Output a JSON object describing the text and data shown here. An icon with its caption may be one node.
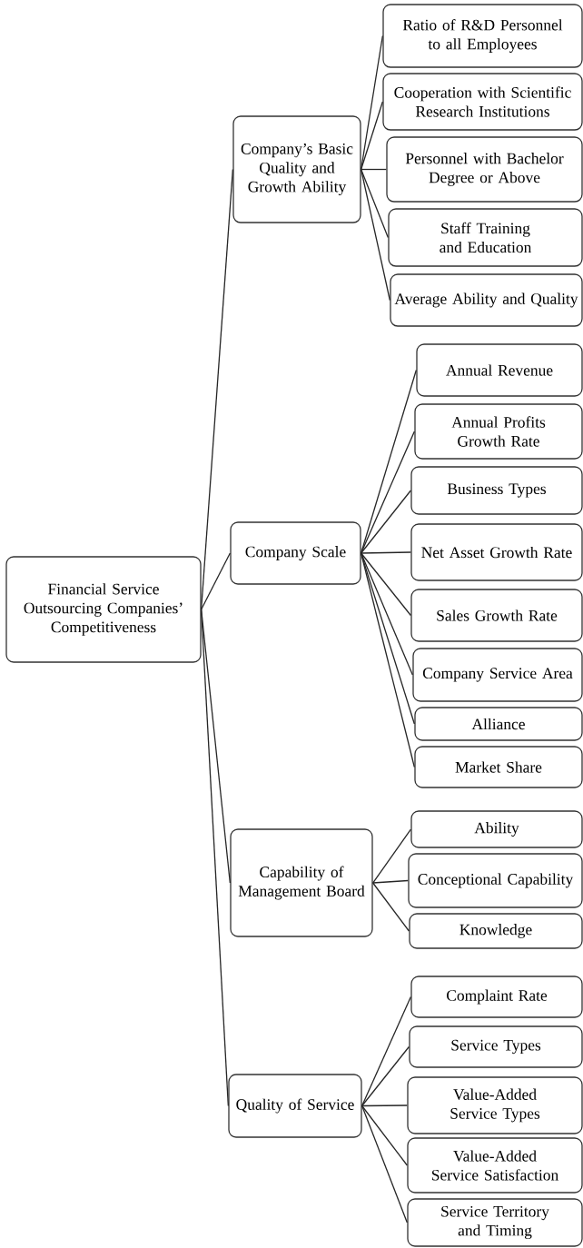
{
  "diagram": {
    "nodes": [
      {
        "text": [
          "Financial Service Outsourcing Companies’ Competitiveness"
        ]
      },
      {
        "text": [
          "Company’s Basic Quality and Growth Ability"
        ]
      },
      {
        "text": [
          "Ratio of R&D Personnel to all Employees"
        ]
      },
      {
        "text": [
          "Cooperation with Scientific Research Institutions"
        ]
      },
      {
        "text": [
          "Personnel with Bachelor Degree or Above"
        ]
      },
      {
        "text": [
          "Staff Training and Education"
        ]
      },
      {
        "text": [
          "Average Ability and Quality"
        ]
      },
      {
        "text": [
          "Company Scale"
        ]
      },
      {
        "text": [
          "Annual Revenue"
        ]
      },
      {
        "text": [
          "Annual Profits Growth Rate"
        ]
      },
      {
        "text": [
          "Business Types"
        ]
      },
      {
        "text": [
          "Net Asset Growth Rate"
        ]
      },
      {
        "text": [
          "Sales Growth Rate"
        ]
      },
      {
        "text": [
          "Company Service Area"
        ]
      },
      {
        "text": [
          "Alliance"
        ]
      },
      {
        "text": [
          "Market Share"
        ]
      },
      {
        "text": [
          "Capability of Management Board"
        ]
      },
      {
        "text": [
          "Ability"
        ]
      },
      {
        "text": [
          "Conceptional Capability"
        ]
      },
      {
        "text": [
          "Knowledge"
        ]
      },
      {
        "text": [
          "Quality of Service"
        ]
      },
      {
        "text": [
          "Complaint Rate"
        ]
      },
      {
        "text": [
          "Service Types"
        ]
      },
      {
        "text": [
          "Value-Added Service Types"
        ]
      },
      {
        "text": [
          "Value-Added Service Satisfaction"
        ]
      },
      {
        "text": [
          "Service Territory and Timing"
        ]
      }
    ],
    "edges": [
      {
        "from": 0,
        "to": 1,
        "arrow": "none"
      },
      {
        "from": 0,
        "to": 7,
        "arrow": "none"
      },
      {
        "from": 0,
        "to": 16,
        "arrow": "none"
      },
      {
        "from": 0,
        "to": 20,
        "arrow": "none"
      },
      {
        "from": 1,
        "to": 2,
        "arrow": "none"
      },
      {
        "from": 1,
        "to": 3,
        "arrow": "none"
      },
      {
        "from": 1,
        "to": 4,
        "arrow": "none"
      },
      {
        "from": 1,
        "to": 5,
        "arrow": "none"
      },
      {
        "from": 1,
        "to": 6,
        "arrow": "none"
      },
      {
        "from": 7,
        "to": 8,
        "arrow": "none"
      },
      {
        "from": 7,
        "to": 9,
        "arrow": "none"
      },
      {
        "from": 7,
        "to": 10,
        "arrow": "none"
      },
      {
        "from": 7,
        "to": 11,
        "arrow": "none"
      },
      {
        "from": 7,
        "to": 12,
        "arrow": "none"
      },
      {
        "from": 7,
        "to": 13,
        "arrow": "none"
      },
      {
        "from": 7,
        "to": 14,
        "arrow": "none"
      },
      {
        "from": 7,
        "to": 15,
        "arrow": "none"
      },
      {
        "from": 16,
        "to": 17,
        "arrow": "none"
      },
      {
        "from": 16,
        "to": 18,
        "arrow": "none"
      },
      {
        "from": 16,
        "to": 19,
        "arrow": "none"
      },
      {
        "from": 20,
        "to": 21,
        "arrow": "none"
      },
      {
        "from": 20,
        "to": 22,
        "arrow": "none"
      },
      {
        "from": 20,
        "to": 23,
        "arrow": "none"
      },
      {
        "from": 20,
        "to": 24,
        "arrow": "none"
      },
      {
        "from": 20,
        "to": 25,
        "arrow": "none"
      }
    ]
  }
}
